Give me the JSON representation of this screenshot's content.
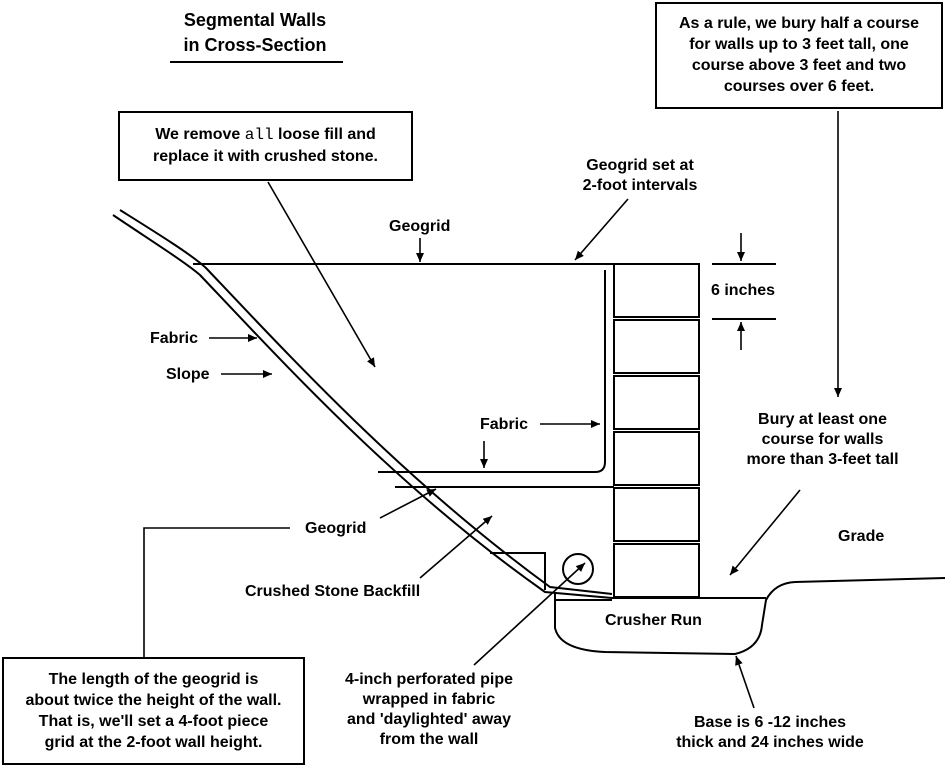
{
  "title": {
    "line1": "Segmental Walls",
    "line2": "in Cross-Section"
  },
  "callouts": {
    "bury_rule": {
      "line1": "As a rule, we bury half a course",
      "line2": "for walls up to 3 feet tall, one",
      "line3": "course above 3 feet and two",
      "line4": "courses over 6 feet."
    },
    "remove_fill": {
      "line1_pre": "We remove ",
      "line1_code": "all",
      "line1_post": " loose fill and",
      "line2": "replace it with crushed stone."
    },
    "geogrid_length": {
      "line1": "The length of the geogrid is",
      "line2": "about twice the height of the wall.",
      "line3": "That is, we'll set a 4-foot piece",
      "line4": "grid at the 2-foot wall height."
    }
  },
  "labels": {
    "geogrid_intervals": {
      "line1": "Geogrid set at",
      "line2": "2-foot intervals"
    },
    "geogrid_top": "Geogrid",
    "six_inches": "6 inches",
    "fabric_left": "Fabric",
    "slope": "Slope",
    "fabric_mid": "Fabric",
    "bury_one_course": {
      "line1": "Bury at least one",
      "line2": "course for walls",
      "line3": "more than 3-feet tall"
    },
    "grade": "Grade",
    "geogrid_lower": "Geogrid",
    "crushed_stone_backfill": "Crushed Stone Backfill",
    "crusher_run": "Crusher Run",
    "pipe": {
      "line1": "4-inch perforated pipe",
      "line2": "wrapped in fabric",
      "line3": "and 'daylighted' away",
      "line4": "from the wall"
    },
    "base": {
      "line1": "Base is 6 -12 inches",
      "line2": "thick and 24 inches wide"
    }
  },
  "colors": {
    "ink": "#000000",
    "background": "#ffffff"
  }
}
